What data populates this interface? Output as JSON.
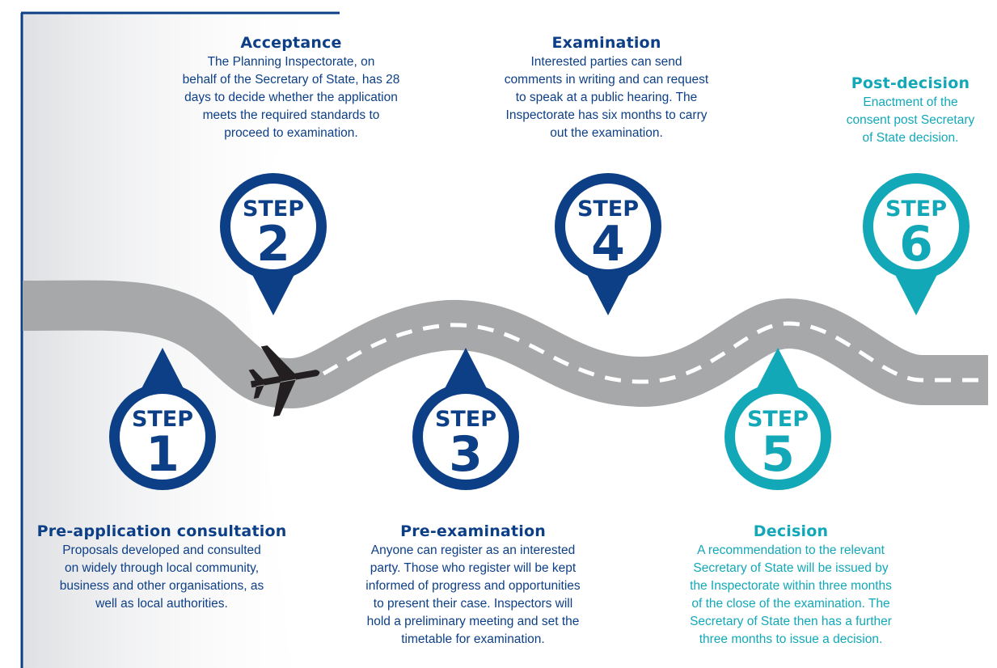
{
  "colors": {
    "blue": "#0d3f87",
    "teal": "#12a8b8",
    "road": "#a7a8aa",
    "dash": "#ffffff",
    "plane": "#231f20",
    "frame": "#0d3f87"
  },
  "icons": {
    "plane": "airplane-icon"
  },
  "steps": [
    {
      "label": "STEP",
      "number": "1",
      "title": "Pre-application consultation",
      "text": [
        "Proposals developed and consulted",
        "on widely through local community,",
        "business and other organisations, as",
        "well as local authorities."
      ]
    },
    {
      "label": "STEP",
      "number": "2",
      "title": "Acceptance",
      "text": [
        "The Planning Inspectorate, on",
        "behalf of the Secretary of State, has 28",
        "days to decide whether the application",
        "meets the required standards to",
        "proceed to examination."
      ]
    },
    {
      "label": "STEP",
      "number": "3",
      "title": "Pre-examination",
      "text": [
        "Anyone can register as an interested",
        "party. Those who register will be kept",
        "informed of progress and opportunities",
        "to present their case. Inspectors will",
        "hold a preliminary meeting and set the",
        "timetable for examination."
      ]
    },
    {
      "label": "STEP",
      "number": "4",
      "title": "Examination",
      "text": [
        "Interested parties can send",
        "comments in writing and can request",
        "to speak at a public hearing. The",
        "Inspectorate has six months to carry",
        "out the examination."
      ]
    },
    {
      "label": "STEP",
      "number": "5",
      "title": "Decision",
      "text": [
        "A recommendation to the relevant",
        "Secretary of State will be issued by",
        "the Inspectorate within three months",
        "of the close of the examination. The",
        "Secretary of State then has a further",
        "three months to issue a decision."
      ]
    },
    {
      "label": "STEP",
      "number": "6",
      "title": "Post-decision",
      "text": [
        "Enactment of the",
        "consent post Secretary",
        "of State decision."
      ]
    }
  ]
}
